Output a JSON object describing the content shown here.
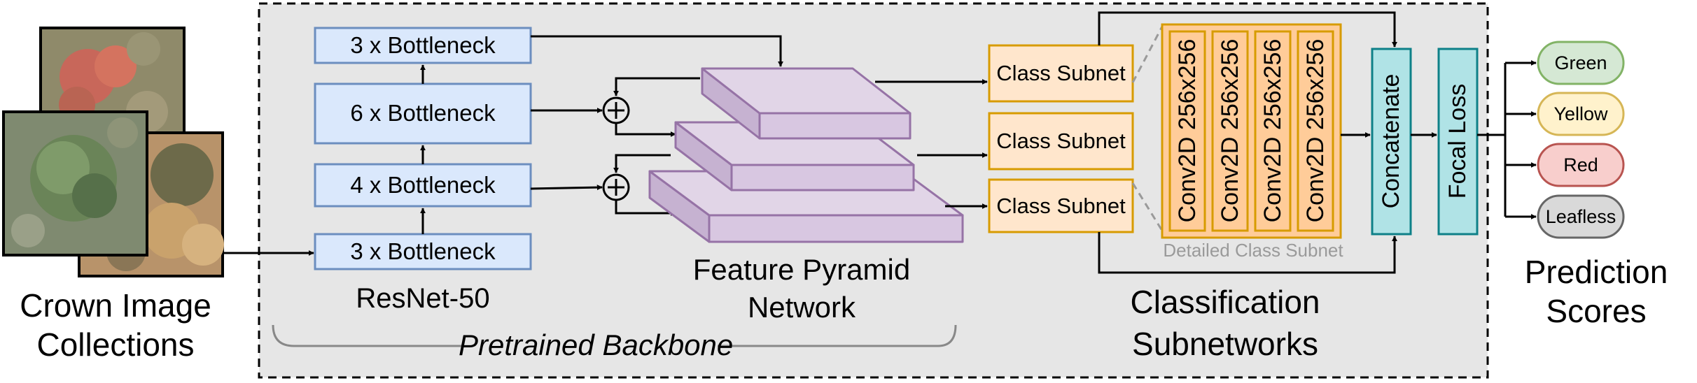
{
  "input": {
    "label_line1": "Crown Image",
    "label_line2": "Collections"
  },
  "backbone": {
    "resnet_label": "ResNet-50",
    "blocks": [
      "3 x Bottleneck",
      "6 x Bottleneck",
      "4 x Bottleneck",
      "3 x Bottleneck"
    ],
    "fpn_label_line1": "Feature Pyramid",
    "fpn_label_line2": "Network",
    "bracket_label": "Pretrained  Backbone"
  },
  "classification": {
    "subnet_labels": [
      "Class Subnet",
      "Class Subnet",
      "Class Subnet"
    ],
    "conv_layers": [
      "Conv2D 256x256",
      "Conv2D 256x256",
      "Conv2D 256x256",
      "Conv2D 256x256"
    ],
    "detail_label": "Detailed Class Subnet",
    "concatenate_label": "Concatenate",
    "focal_loss_label": "Focal Loss",
    "section_label_line1": "Classification",
    "section_label_line2": "Subnetworks"
  },
  "predictions": {
    "label_line1": "Prediction",
    "label_line2": "Scores",
    "classes": [
      {
        "label": "Green",
        "fill": "#d5e8d4",
        "stroke": "#82b366"
      },
      {
        "label": "Yellow",
        "fill": "#fff2cc",
        "stroke": "#d6b656"
      },
      {
        "label": "Red",
        "fill": "#f8cecc",
        "stroke": "#b85450"
      },
      {
        "label": "Leafless",
        "fill": "#d9d9d9",
        "stroke": "#666666"
      }
    ]
  },
  "colors": {
    "backbone_box_fill": "#dae8fc",
    "backbone_box_stroke": "#6c8ebf",
    "fpn_fill": "#e1d5e7",
    "fpn_stroke": "#9673a6",
    "subnet_fill": "#ffe6cc",
    "subnet_stroke": "#d79b00",
    "conv_fill": "#ffcc99",
    "concat_fill": "#b0e3e6",
    "concat_stroke": "#0e8088",
    "panel_fill": "#e6e6e6"
  }
}
